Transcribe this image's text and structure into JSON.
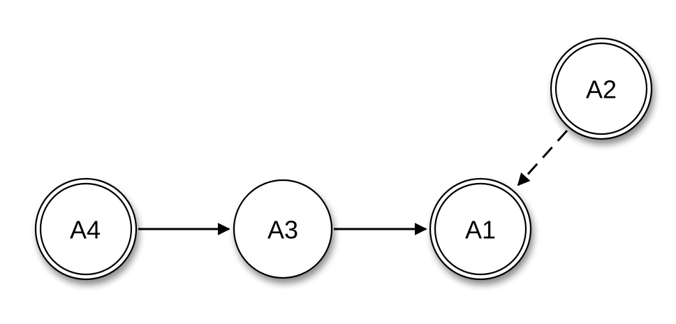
{
  "nodes": [
    {
      "id": "A4",
      "label": "A4",
      "double_border": true
    },
    {
      "id": "A3",
      "label": "A3",
      "double_border": false
    },
    {
      "id": "A1",
      "label": "A1",
      "double_border": true
    },
    {
      "id": "A2",
      "label": "A2",
      "double_border": true
    }
  ],
  "edges": [
    {
      "from": "A4",
      "to": "A3",
      "style": "solid"
    },
    {
      "from": "A3",
      "to": "A1",
      "style": "solid"
    },
    {
      "from": "A2",
      "to": "A1",
      "style": "dashed"
    }
  ],
  "colors": {
    "stroke": "#000000",
    "fill": "#ffffff"
  }
}
